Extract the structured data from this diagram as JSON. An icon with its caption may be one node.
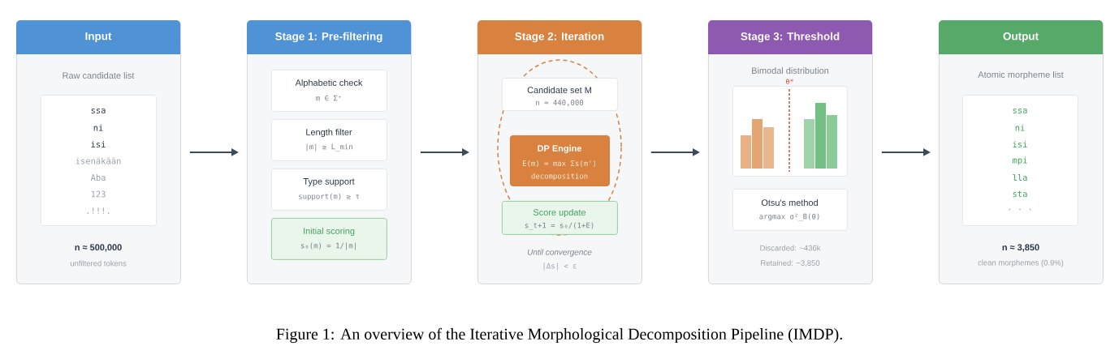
{
  "diagram": {
    "caption": "Figure 1: An overview of the Iterative Morphological Decomposition Pipeline (IMDP).",
    "nodes": [
      {
        "text": [
          "Input",
          "Raw candidate list",
          "n ≈ 500,000",
          "unfiltered tokens"
        ]
      },
      {
        "text": [
          "ssa",
          "ni",
          "isi",
          "isenäkään",
          "Aba",
          "123",
          ".!!!."
        ],
        "in": 0
      },
      {
        "text": [
          "Stage 1: Pre-filtering"
        ]
      },
      {
        "text": [
          "Alphabetic check",
          "m ∈ Σ⁺"
        ],
        "in": 2
      },
      {
        "text": [
          "Length filter",
          "|m| ≥ L_min"
        ],
        "in": 2
      },
      {
        "text": [
          "Type support",
          "support(m) ≥ τ"
        ],
        "in": 2
      },
      {
        "text": [
          "Initial scoring",
          "s₀(m) = 1/|m|"
        ],
        "in": 2
      },
      {
        "text": [
          "Stage 2: Iteration",
          "Until convergence",
          "|Δs| < ε"
        ]
      },
      {
        "text": [
          "Candidate set M",
          "n ≈ 440,000"
        ],
        "in": 7
      },
      {
        "text": [
          "DP Engine",
          "E(m) = max Σs(m')",
          "decomposition"
        ],
        "in": 7
      },
      {
        "text": [
          "Score update",
          "s_t+1 = s₀/(1+E)"
        ],
        "in": 7
      },
      {
        "text": [
          "Stage 3: Threshold",
          "Bimodal distribution",
          "Discarded: ~436k",
          "Retained: ~3,850"
        ]
      },
      {
        "text": [],
        "shape": "box",
        "in": 11,
        "beside": [
          "θ*"
        ]
      },
      {
        "text": [
          "Otsu's method",
          "argmax σ²_B(θ)"
        ],
        "in": 11
      },
      {
        "text": [
          "Output",
          "Atomic morpheme list",
          "n ≈ 3,850",
          "clean morphemes (0.9%)"
        ]
      },
      {
        "text": [
          "ssa",
          "ni",
          "isi",
          "mpi",
          "lla",
          "sta",
          "· · ·"
        ],
        "in": 14
      }
    ],
    "edges": [
      {
        "from": 0,
        "to": 2,
        "arrow": "to"
      },
      {
        "from": 2,
        "to": 7,
        "arrow": "to"
      },
      {
        "from": 7,
        "to": 11,
        "arrow": "to"
      },
      {
        "from": 11,
        "to": 14,
        "arrow": "to"
      }
    ]
  }
}
